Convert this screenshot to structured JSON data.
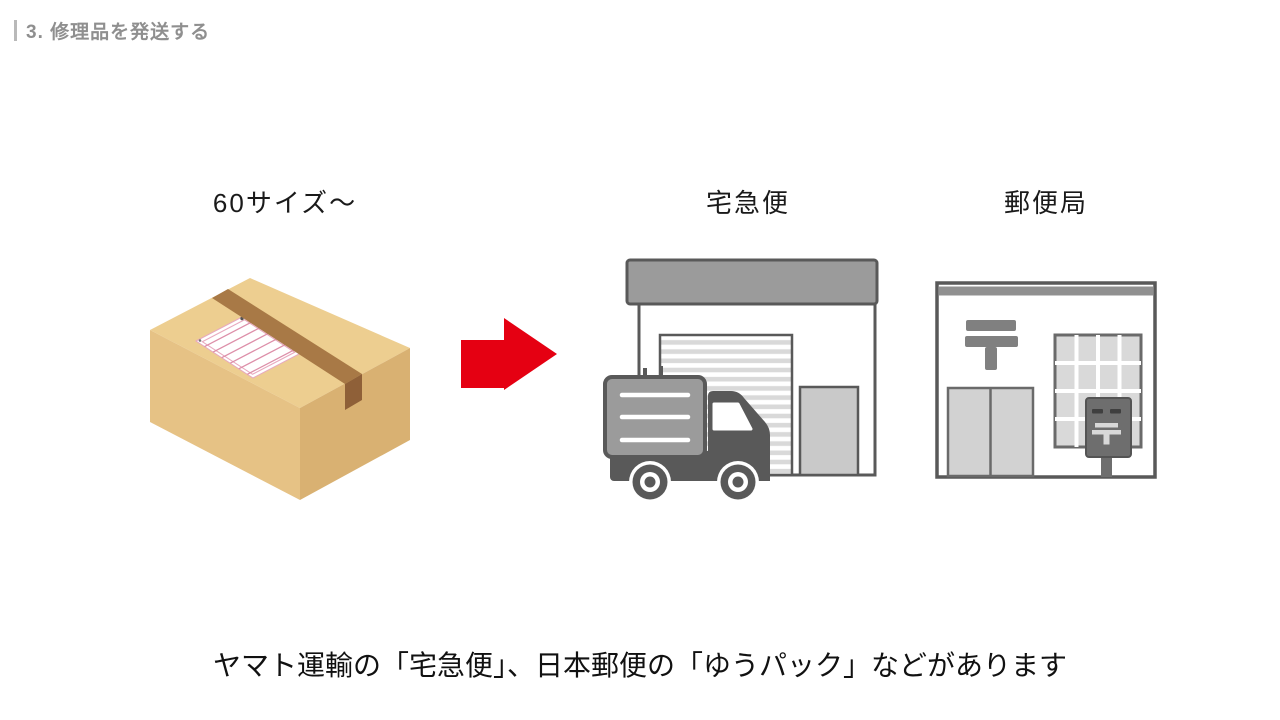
{
  "header": {
    "title": "3. 修理品を発送する"
  },
  "diagram": {
    "package": {
      "label": "60サイズ〜",
      "icon": "cardboard-box-with-shipping-label"
    },
    "arrow": {
      "icon": "red-arrow-right"
    },
    "courier": {
      "label": "宅急便",
      "icon": "courier-depot-with-truck"
    },
    "post_office": {
      "label": "郵便局",
      "icon": "post-office-building-with-postbox"
    }
  },
  "caption": "ヤマト運輸の「宅急便」、日本郵便の「ゆうパック」などがあります",
  "colors": {
    "accent_red": "#E50012",
    "box_top": "#EDCE90",
    "box_left": "#E6C285",
    "box_right": "#D9B172",
    "tape": "#A87946",
    "tape_shadow": "#8F6038",
    "outline_gray": "#595959",
    "mid_gray": "#9B9B9B",
    "light_gray": "#D9D9D9",
    "waybill_pink": "#DD8FA9",
    "header_text": "#8F8F8F"
  }
}
